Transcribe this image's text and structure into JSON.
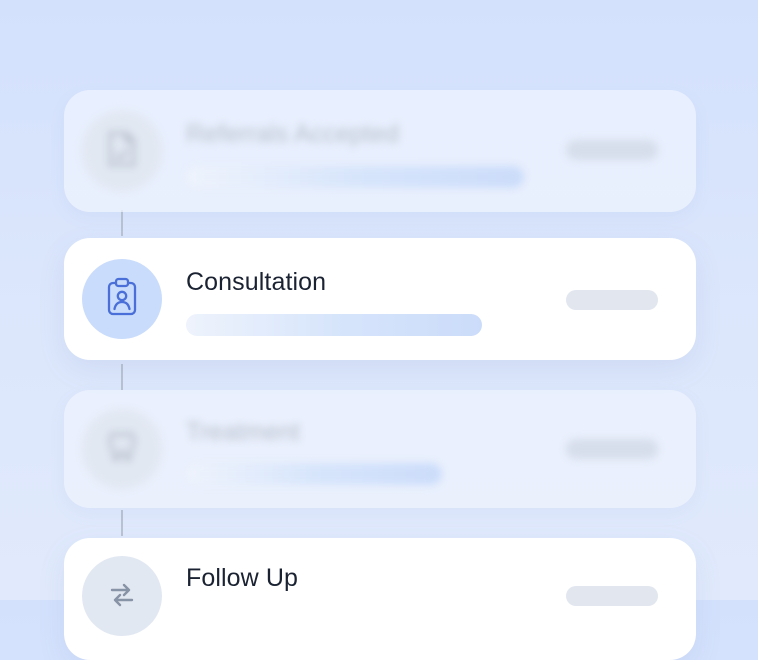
{
  "steps": [
    {
      "title": "Referrals Accepted",
      "icon": "document-icon",
      "state": "blurred"
    },
    {
      "title": "Consultation",
      "icon": "clipboard-user-icon",
      "state": "active"
    },
    {
      "title": "Treatment",
      "icon": "tooth-icon",
      "state": "blurred"
    },
    {
      "title": "Follow Up",
      "icon": "arrows-icon",
      "state": "active"
    }
  ],
  "colors": {
    "accent": "#4a6fd8",
    "icon_circle_active": "#c9dcfb",
    "title_text": "#1b2333"
  }
}
